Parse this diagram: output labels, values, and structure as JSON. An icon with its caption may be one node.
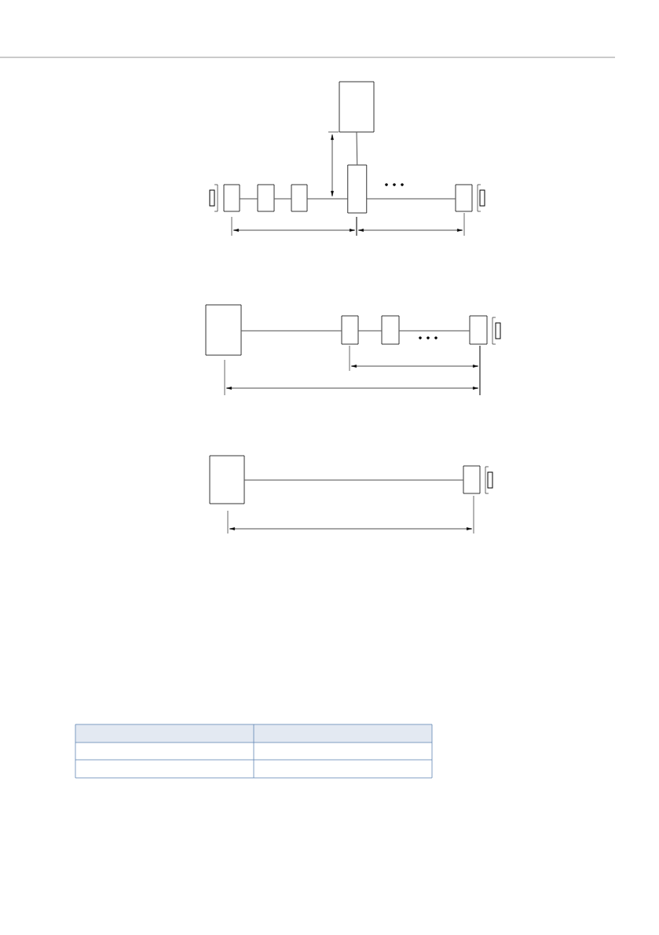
{
  "diagram": {
    "nodes": [
      {
        "text": [],
        "shape": "box"
      },
      {
        "text": [],
        "shape": "box"
      },
      {
        "text": [],
        "shape": "box"
      },
      {
        "text": [],
        "shape": "box"
      },
      {
        "text": [],
        "shape": "box"
      },
      {
        "text": [],
        "shape": "box"
      },
      {
        "text": [],
        "shape": "box"
      },
      {
        "text": [],
        "shape": "box"
      },
      {
        "text": [],
        "shape": "box"
      },
      {
        "text": [],
        "shape": "box"
      },
      {
        "text": [],
        "shape": "box"
      },
      {
        "text": [],
        "shape": "box"
      }
    ],
    "edges": [
      {
        "from": 1,
        "to": 2,
        "arrow": "none"
      },
      {
        "from": 2,
        "to": 3,
        "arrow": "none"
      },
      {
        "from": 3,
        "to": 4,
        "arrow": "none"
      },
      {
        "from": 0,
        "to": 4,
        "arrow": "none"
      },
      {
        "from": 4,
        "to": 5,
        "arrow": "none"
      },
      {
        "from": 6,
        "to": 7,
        "arrow": "none"
      },
      {
        "from": 7,
        "to": 8,
        "arrow": "none"
      },
      {
        "from": 8,
        "to": 9,
        "arrow": "none"
      },
      {
        "from": 10,
        "to": 11,
        "arrow": "none"
      }
    ]
  }
}
